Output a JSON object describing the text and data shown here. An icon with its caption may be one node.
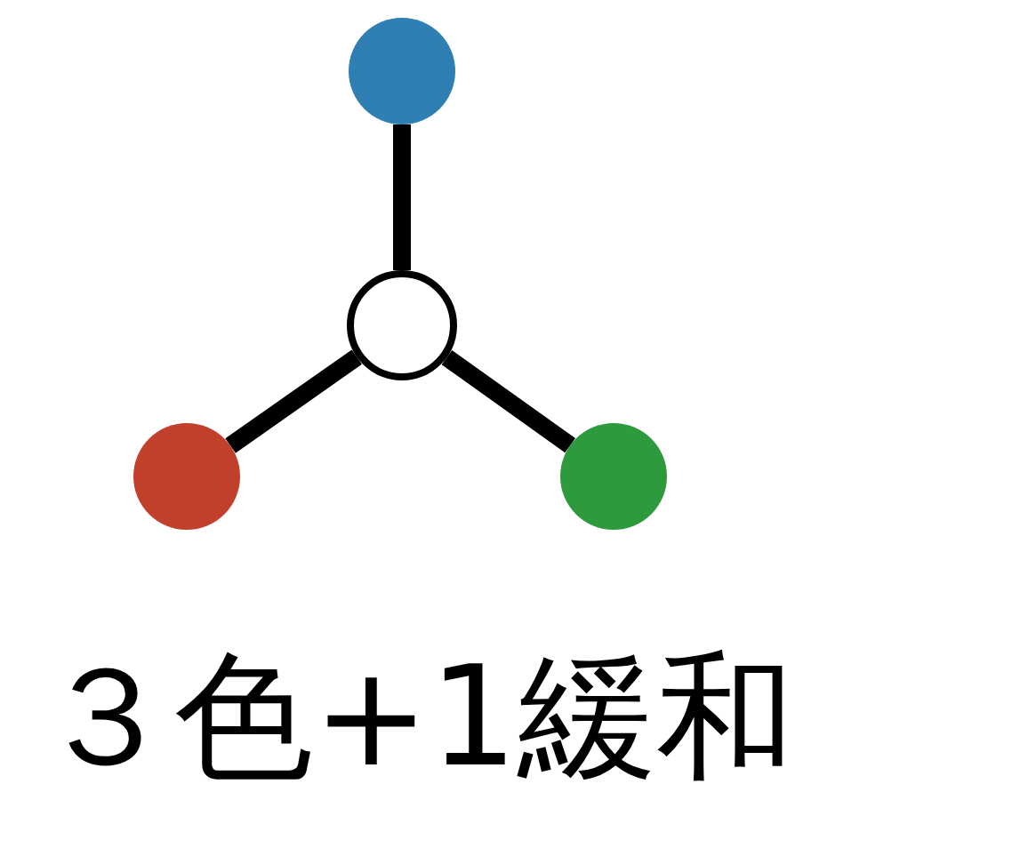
{
  "diagram": {
    "caption": "３色+1緩和",
    "nodes": [
      {
        "text": [],
        "shape": "circle"
      },
      {
        "text": [],
        "shape": "circle"
      },
      {
        "text": [],
        "shape": "circle"
      },
      {
        "text": [],
        "shape": "circle"
      }
    ],
    "edges": [
      {
        "from": 1,
        "to": 0,
        "arrow": "none"
      },
      {
        "from": 1,
        "to": 2,
        "arrow": "none"
      },
      {
        "from": 1,
        "to": 3,
        "arrow": "none"
      }
    ]
  }
}
